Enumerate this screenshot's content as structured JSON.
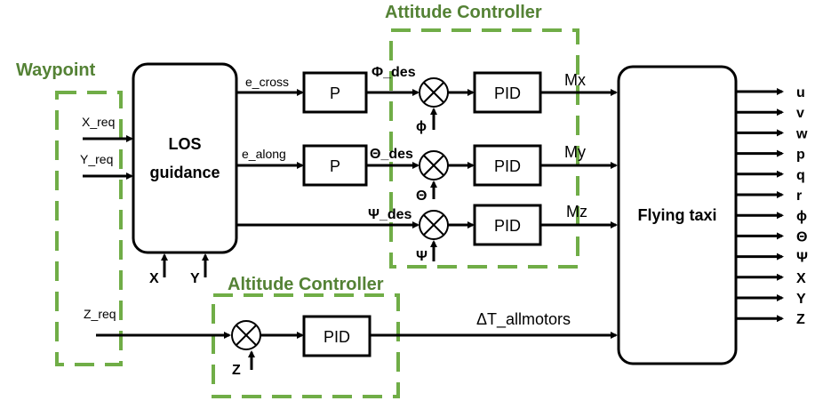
{
  "colors": {
    "group_border": "#70ad47",
    "line": "#000000",
    "background": "#ffffff"
  },
  "groups": {
    "waypoint": "Waypoint",
    "attitude": "Attitude Controller",
    "altitude": "Altitude Controller"
  },
  "blocks": {
    "los": [
      "LOS",
      "guidance"
    ],
    "p_cross": "P",
    "p_along": "P",
    "pid_roll": "PID",
    "pid_pitch": "PID",
    "pid_yaw": "PID",
    "pid_alt": "PID",
    "plant": "Flying taxi"
  },
  "inputs": {
    "x_req": "X_req",
    "y_req": "Y_req",
    "z_req": "Z_req"
  },
  "signals": {
    "e_cross": "e_cross",
    "e_along": "e_along",
    "phi_des": "Φ_des",
    "theta_des": "Θ_des",
    "psi_des": "Ψ_des",
    "mx": "Mx",
    "my": "My",
    "mz": "Mz",
    "dT": "ΔT_allmotors"
  },
  "feedback": {
    "x": "X",
    "y": "Y",
    "phi": "ϕ",
    "theta": "Θ",
    "psi": "Ψ",
    "z": "Z"
  },
  "outputs": [
    "u",
    "v",
    "w",
    "p",
    "q",
    "r",
    "ϕ",
    "Θ",
    "Ψ",
    "X",
    "Y",
    "Z"
  ]
}
